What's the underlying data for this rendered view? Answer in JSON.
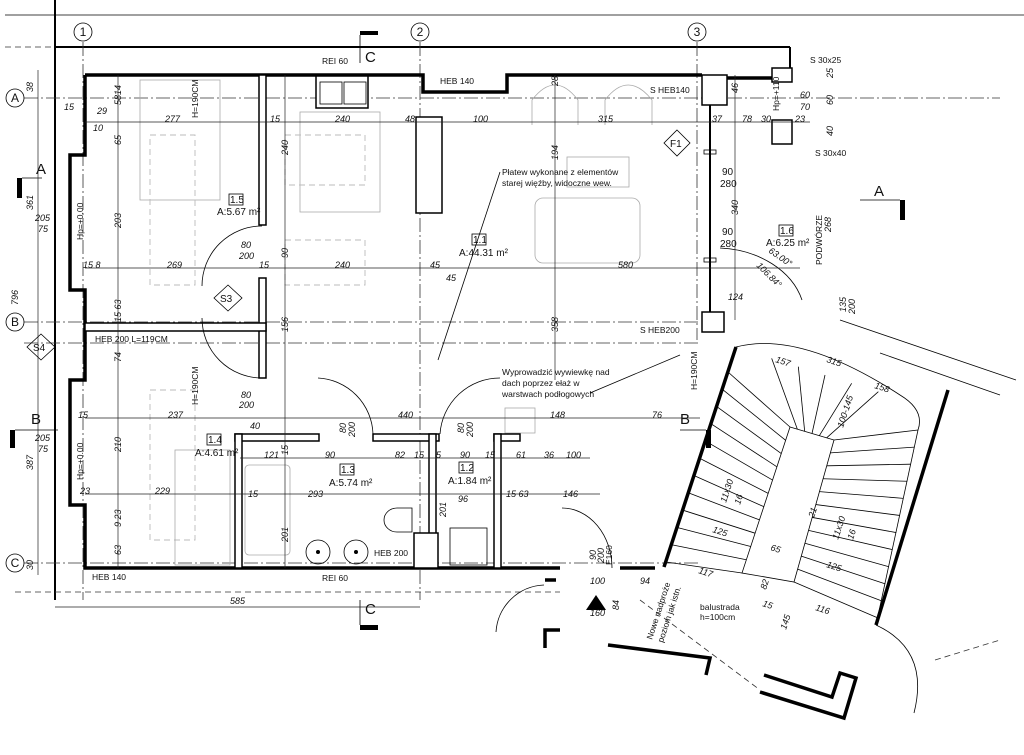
{
  "grid_axes": {
    "col1": "1",
    "col2": "2",
    "col3": "3",
    "rowA": "A",
    "rowB": "B",
    "rowC": "C"
  },
  "section_marks": {
    "a_left": "A",
    "a_right": "A",
    "b_left": "B",
    "b_right": "B",
    "c_top": "C",
    "c_bottom": "C"
  },
  "rooms": [
    {
      "number": "1.1",
      "area": "A:44.31 m²"
    },
    {
      "number": "1.2",
      "area": "A:1.84 m²"
    },
    {
      "number": "1.3",
      "area": "A:5.74 m²"
    },
    {
      "number": "1.4",
      "area": "A:4.61 m²"
    },
    {
      "number": "1.5",
      "area": "A:5.67 m²"
    },
    {
      "number": "1.6",
      "area": "A:6.25 m²"
    }
  ],
  "tags": {
    "f1": "F1",
    "s3": "S3",
    "s4": "S4"
  },
  "labels": {
    "rei_top": "REI 60",
    "rei_bottom": "REI 60",
    "heb140_top": "HEB 140",
    "heb140_bottom": "HEB 140",
    "s_heb140": "S HEB140",
    "s_heb200": "S HEB200",
    "heb200_l": "HEB 200 L=119CM",
    "heb200": "HEB 200",
    "s30x25": "S 30x25",
    "s30x40": "S 30x40",
    "h190_1": "H=190CM",
    "h190_2": "H=190CM",
    "h190_3": "H=190CM",
    "hp1": "Hp=+0.00",
    "hp2": "Hp=+0.00",
    "hp110": "Hp=+110",
    "podworze": "PODWÓRZE",
    "e160": "E160",
    "balustrada": "balustrada",
    "balustrada_h": "h=100cm"
  },
  "notes": {
    "platew_1": "Płatew wykonane z elementów",
    "platew_2": "starej więźby, widoczne wew.",
    "wyw_1": "Wyprowadzić wywiewkę nad",
    "wyw_2": "dach poprzez ełaż w",
    "wyw_3": "warstwach podłogowych",
    "nadproze_1": "Nowe nadproże",
    "nadproze_2": "poziom jak istn."
  },
  "dims": [
    "38",
    "361",
    "796",
    "387",
    "30",
    "205",
    "75",
    "205",
    "75",
    "15",
    "29",
    "10",
    "5814",
    "277",
    "65",
    "203",
    "269",
    "15 8",
    "15",
    "240",
    "240",
    "90",
    "240",
    "15",
    "80",
    "200",
    "48",
    "100",
    "45",
    "45",
    "28",
    "315",
    "194",
    "580",
    "46",
    "37",
    "78",
    "30",
    "23",
    "60",
    "70",
    "60",
    "25",
    "40",
    "90",
    "280",
    "340",
    "90",
    "280",
    "124",
    "268",
    "135",
    "200",
    "63.00°",
    "106.84°",
    "15 63",
    "156",
    "74",
    "358",
    "237",
    "15",
    "80",
    "200",
    "40",
    "440",
    "148",
    "76",
    "210",
    "121",
    "15",
    "90",
    "82",
    "15",
    "5",
    "90",
    "15",
    "61",
    "36",
    "100",
    "80",
    "200",
    "80",
    "200",
    "229",
    "23",
    "15",
    "293",
    "96",
    "15 63",
    "146",
    "9 23",
    "63",
    "201",
    "201",
    "90",
    "200",
    "100",
    "94",
    "84",
    "160",
    "585",
    "157",
    "315",
    "158",
    "100-145",
    "11x30",
    "16",
    "21",
    "11x30",
    "16",
    "125",
    "65",
    "125",
    "117",
    "82",
    "15",
    "116",
    "145"
  ]
}
